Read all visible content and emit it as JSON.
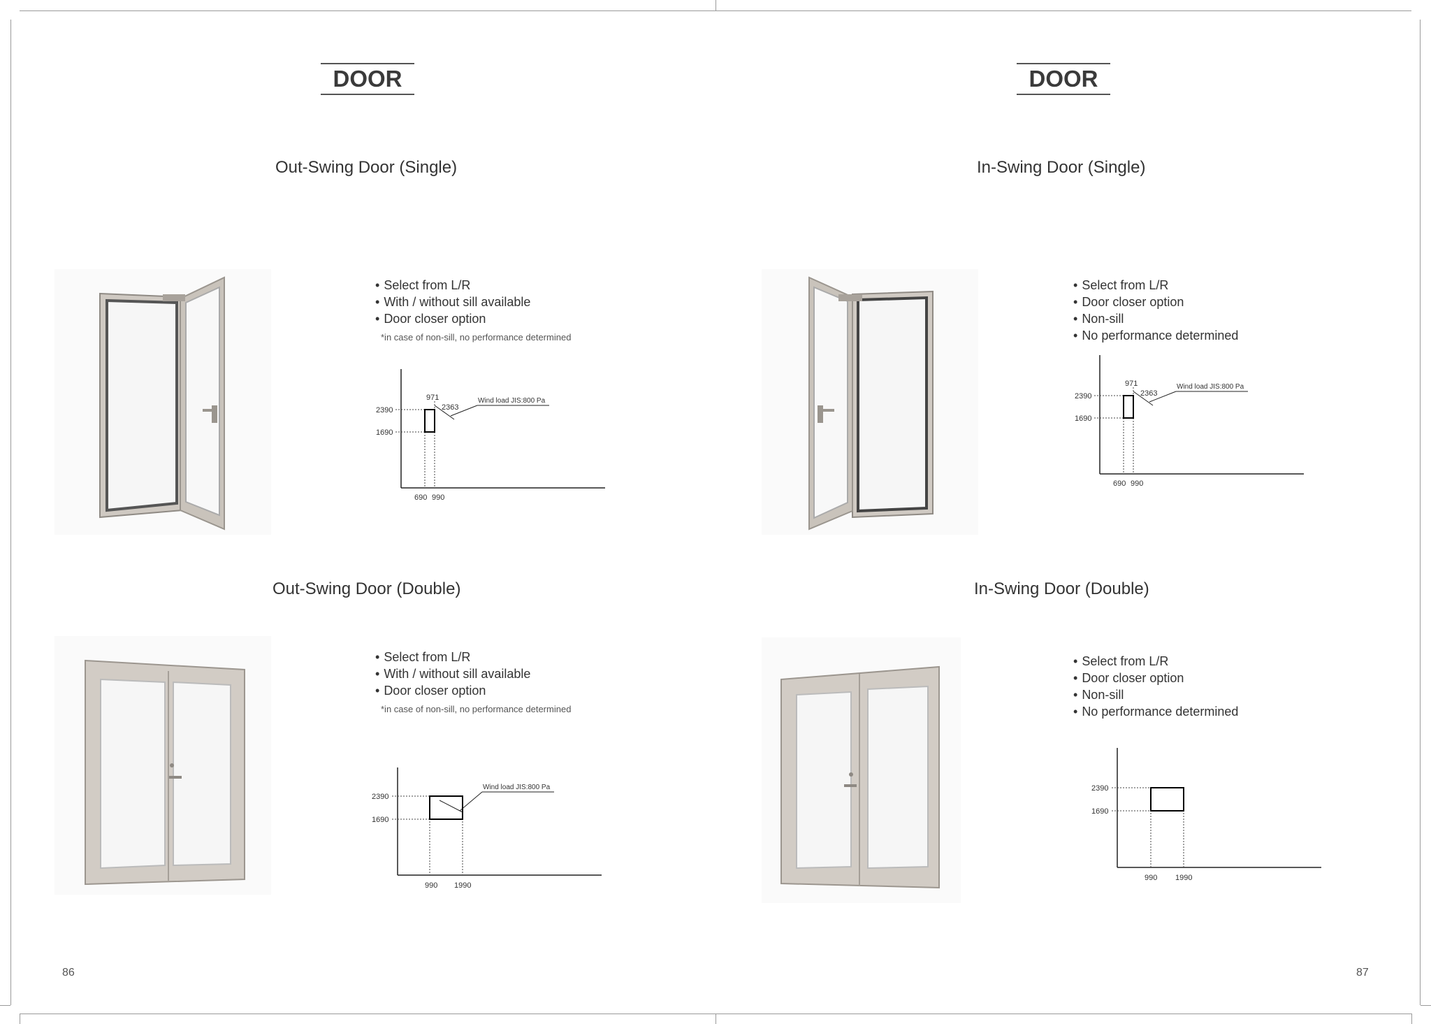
{
  "pages": [
    {
      "header": "DOOR",
      "page_number": "86",
      "sections": [
        {
          "title": "Out-Swing Door (Single)",
          "bullets": [
            "Select from L/R",
            "With / without sill available",
            "Door closer option"
          ],
          "note": "*in case of non-sill, no performance determined",
          "image_icon": "out-swing-single-door-photo",
          "chart_data": {
            "type": "diagram",
            "y_ticks": [
              "2390",
              "1690"
            ],
            "x_ticks": [
              "690",
              "990"
            ],
            "annotations": [
              "971",
              "2363",
              "Wind load JIS:800 Pa"
            ]
          }
        },
        {
          "title": "Out-Swing Door (Double)",
          "bullets": [
            "Select from L/R",
            "With / without sill available",
            "Door closer option"
          ],
          "note": "*in case of non-sill, no performance determined",
          "image_icon": "out-swing-double-door-photo",
          "chart_data": {
            "type": "diagram",
            "y_ticks": [
              "2390",
              "1690"
            ],
            "x_ticks": [
              "990",
              "1990"
            ],
            "annotations": [
              "Wind load JIS:800 Pa"
            ]
          }
        }
      ]
    },
    {
      "header": "DOOR",
      "page_number": "87",
      "sections": [
        {
          "title": "In-Swing Door (Single)",
          "bullets": [
            "Select from L/R",
            "Door closer option",
            "Non-sill",
            "No performance determined"
          ],
          "image_icon": "in-swing-single-door-photo",
          "chart_data": {
            "type": "diagram",
            "y_ticks": [
              "2390",
              "1690"
            ],
            "x_ticks": [
              "690",
              "990"
            ],
            "annotations": [
              "971",
              "2363",
              "Wind load JIS:800 Pa"
            ]
          }
        },
        {
          "title": "In-Swing Door (Double)",
          "bullets": [
            "Select from L/R",
            "Door closer option",
            "Non-sill",
            "No performance determined"
          ],
          "image_icon": "in-swing-double-door-photo",
          "chart_data": {
            "type": "diagram",
            "y_ticks": [
              "2390",
              "1690"
            ],
            "x_ticks": [
              "990",
              "1990"
            ],
            "annotations": []
          }
        }
      ]
    }
  ]
}
